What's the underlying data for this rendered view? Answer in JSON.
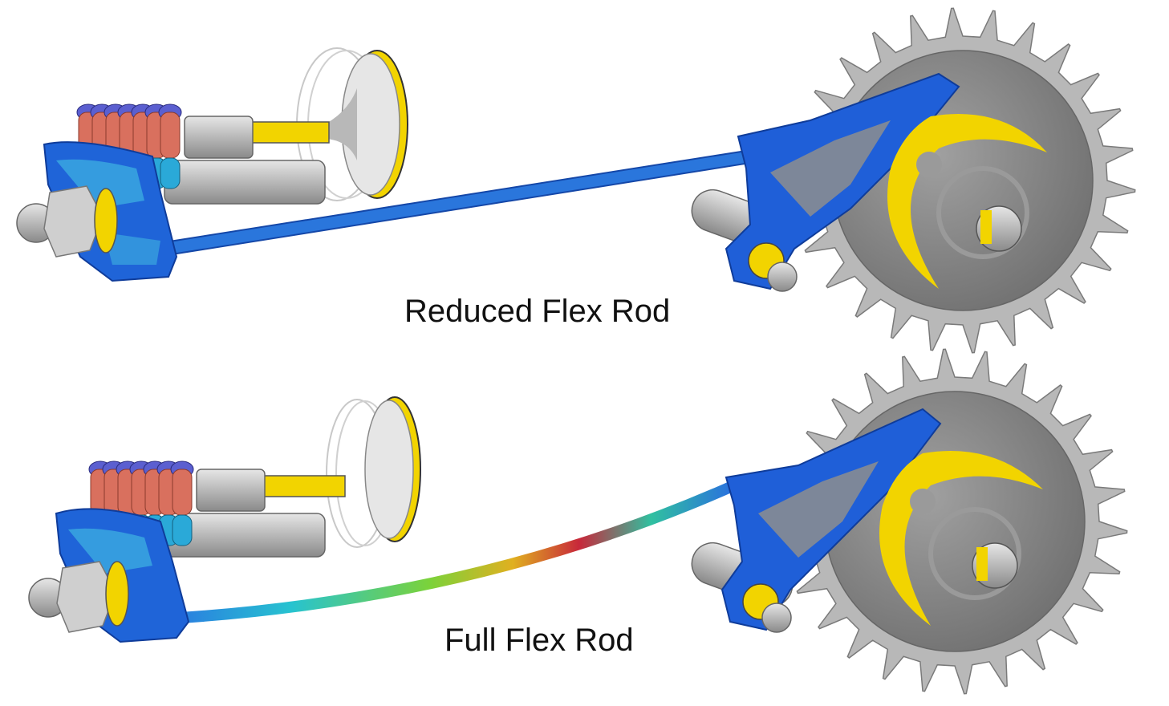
{
  "captions": {
    "top": "Reduced Flex Rod",
    "bottom": "Full Flex Rod"
  },
  "colors": {
    "background": "#ffffff",
    "gear": "#8e8e8e",
    "gear_light": "#b5b5b5",
    "part_blue": "#1a5ad6",
    "part_cyan": "#3aa6e0",
    "spring_red": "#d9705e",
    "spring_cyan": "#2aa9d8",
    "spring_purple": "#5b5fd0",
    "cam_yellow": "#f0d800",
    "steel_gray": "#a8a8a8"
  },
  "icons": [
    "gear",
    "valve",
    "spring",
    "rocker-arm",
    "push-rod",
    "cam"
  ]
}
